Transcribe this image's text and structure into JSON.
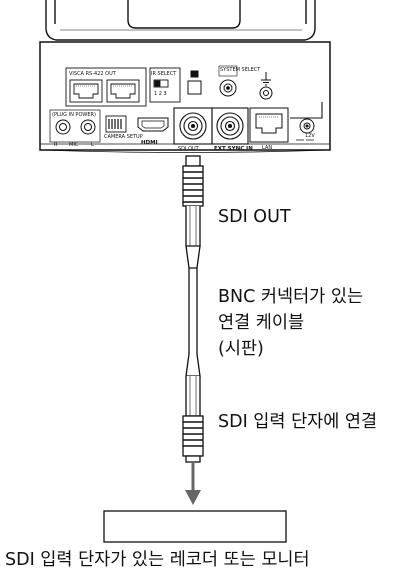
{
  "panel": {
    "port_labels": {
      "visca": "VISCA  RS-422 OUT",
      "ir_select": "IR SELECT",
      "ir_nums": "1   2   3",
      "system_select": "SYSTEM SELECT",
      "plug_in_power": "(PLUG IN POWER)",
      "r": "R",
      "mic": "MIC",
      "l": "L",
      "camera_setup": "CAMERA SETUP",
      "hdmi": "HDMI",
      "sdi_out": "SDI OUT",
      "ext_sync_in": "EXT SYNC IN",
      "lan": "LAN",
      "dc12v": "12V"
    }
  },
  "labels": {
    "sdi_out": "SDI OUT",
    "cable_line1": "BNC 커넥터가 있는",
    "cable_line2": "연결 케이블",
    "cable_line3": "(시판)",
    "connect_to": "SDI 입력 단자에 연결",
    "device": "SDI 입력 단자가 있는 레코더 또는 모니터"
  }
}
